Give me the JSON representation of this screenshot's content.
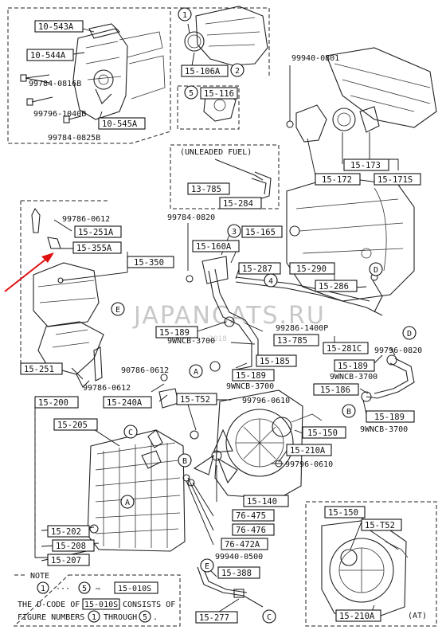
{
  "watermark": {
    "text": "JAPANCATS.RU",
    "small": "2018"
  },
  "callouts": {
    "c1": "1",
    "c2": "2",
    "c3": "3",
    "c4": "4",
    "c5": "5",
    "cA1": "A",
    "cA2": "A",
    "cB1": "B",
    "cB2": "B",
    "cC1": "C",
    "cC2": "C",
    "cD1": "D",
    "cD2": "D",
    "cE1": "E",
    "cE2": "E"
  },
  "boxes": {
    "b10543A": "10-543A",
    "b10544A": "10-544A",
    "b10545A": "10-545A",
    "b15106A": "15-106A",
    "b15116": "15-116",
    "b15173": "15-173",
    "b15172": "15-172",
    "b15171S": "15-171S",
    "b13785a": "13-785",
    "b15284": "15-284",
    "b15251A": "15-251A",
    "b15355A": "15-355A",
    "b15350": "15-350",
    "b15165": "15-165",
    "b15160A": "15-160A",
    "b15287": "15-287",
    "b15290": "15-290",
    "b15286": "15-286",
    "b15189a": "15-189",
    "b13785b": "13-785",
    "b15281C": "15-281C",
    "b15251": "15-251",
    "b15185": "15-185",
    "b15189b": "15-189",
    "b15189c": "15-189",
    "b15186": "15-186",
    "b15200": "15-200",
    "b15240A": "15-240A",
    "b15T52a": "15-T52",
    "b15205": "15-205",
    "b15150a": "15-150",
    "b15210Aa": "15-210A",
    "b15189d": "15-189",
    "b15140": "15-140",
    "b76475": "76-475",
    "b76476": "76-476",
    "b76472A": "76-472A",
    "b15202": "15-202",
    "b15208": "15-208",
    "b15207": "15-207",
    "b15388": "15-388",
    "b15277": "15-277",
    "b15150b": "15-150",
    "b15T52b": "15-T52",
    "b15210Ab": "15-210A",
    "b15010S": "15-010S"
  },
  "plain": {
    "p99940_0801": "99940-0801",
    "p99784_0816B": "99784-0816B",
    "p99796_1040B": "99796-1040B",
    "p99784_0825B": "99784-0825B",
    "p99786_0612a": "99786-0612",
    "p99784_0820": "99784-0820",
    "p99286_1400P": "99286-1400P",
    "p9WNCB_3700a": "9WNCB-3700",
    "p99796_0820": "99796-0820",
    "p9WNCB_3700b": "9WNCB-3700",
    "p90786_0612": "90786-0612",
    "p9WNCB_3700c": "9WNCB-3700",
    "p99786_0612b": "99786-0612",
    "p99796_0610a": "99796-0610",
    "p9WNCB_3700d": "9WNCB-3700",
    "p99796_0610b": "99796-0610",
    "p99940_0500": "99940-0500",
    "pAT": "(AT)",
    "pUnleaded": "(UNLEADED FUEL)"
  },
  "note": {
    "title": "NOTE",
    "line1_from": "1",
    "line1_dots": "···",
    "line1_to": "5",
    "line1_arrow": "⇨",
    "line1_code": "15-010S",
    "line2_a": "THE D-CODE OF",
    "line2_code": "15-010S",
    "line2_b": "CONSISTS OF",
    "line3_a": "FIGURE NUMBERS",
    "line3_from": "1",
    "line3_mid": "THROUGH",
    "line3_to": "5",
    "line3_end": "."
  }
}
